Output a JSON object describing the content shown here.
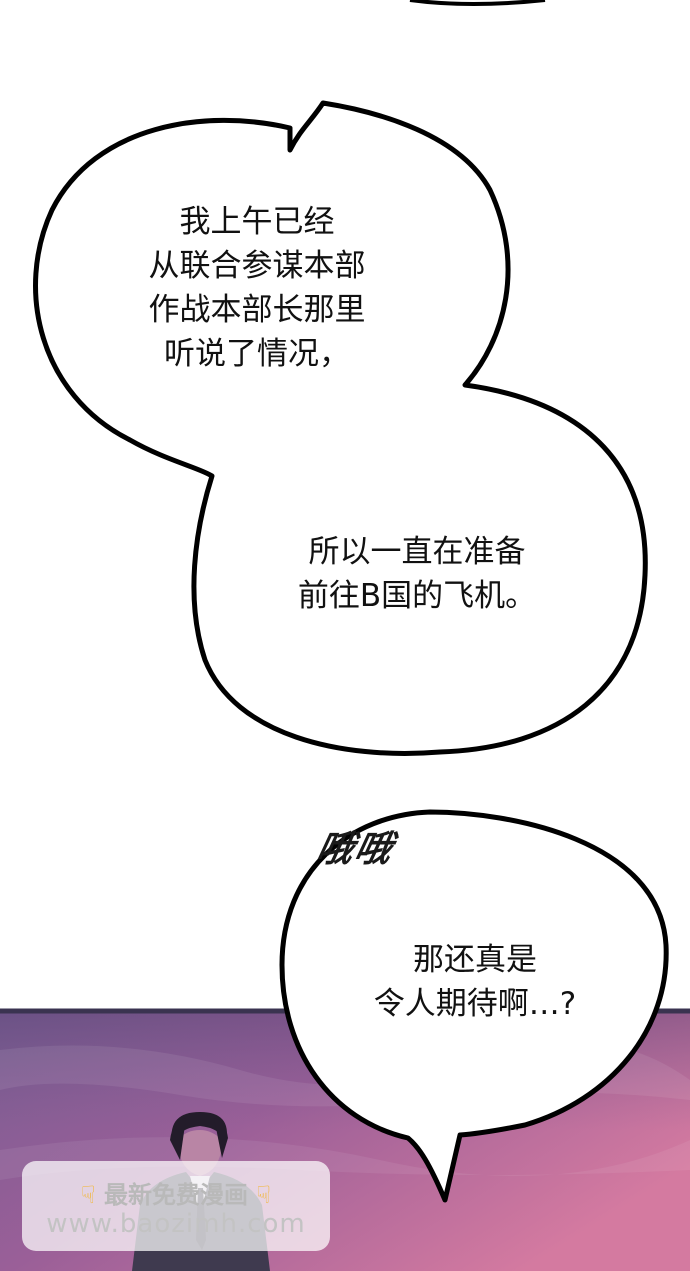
{
  "panel": {
    "bubble_1_lines": [
      "我上午已经",
      "从联合参谋本部",
      "作战本部长那里",
      "听说了情况，"
    ],
    "bubble_2_lines": [
      "所以一直在准备",
      "前往B国的飞机。"
    ],
    "sfx": "哦哦",
    "bubble_3_lines": [
      "那还真是",
      "令人期待啊…?"
    ]
  },
  "watermark": {
    "line1": "最新免费漫画",
    "line2": "www.baozimh.com",
    "icon": "pointing-down-hand-icon"
  },
  "colors": {
    "bubble_fill": "#ffffff",
    "outline": "#000000",
    "bg_pink": "#c86a9a",
    "bg_purple": "#6f5a92"
  }
}
